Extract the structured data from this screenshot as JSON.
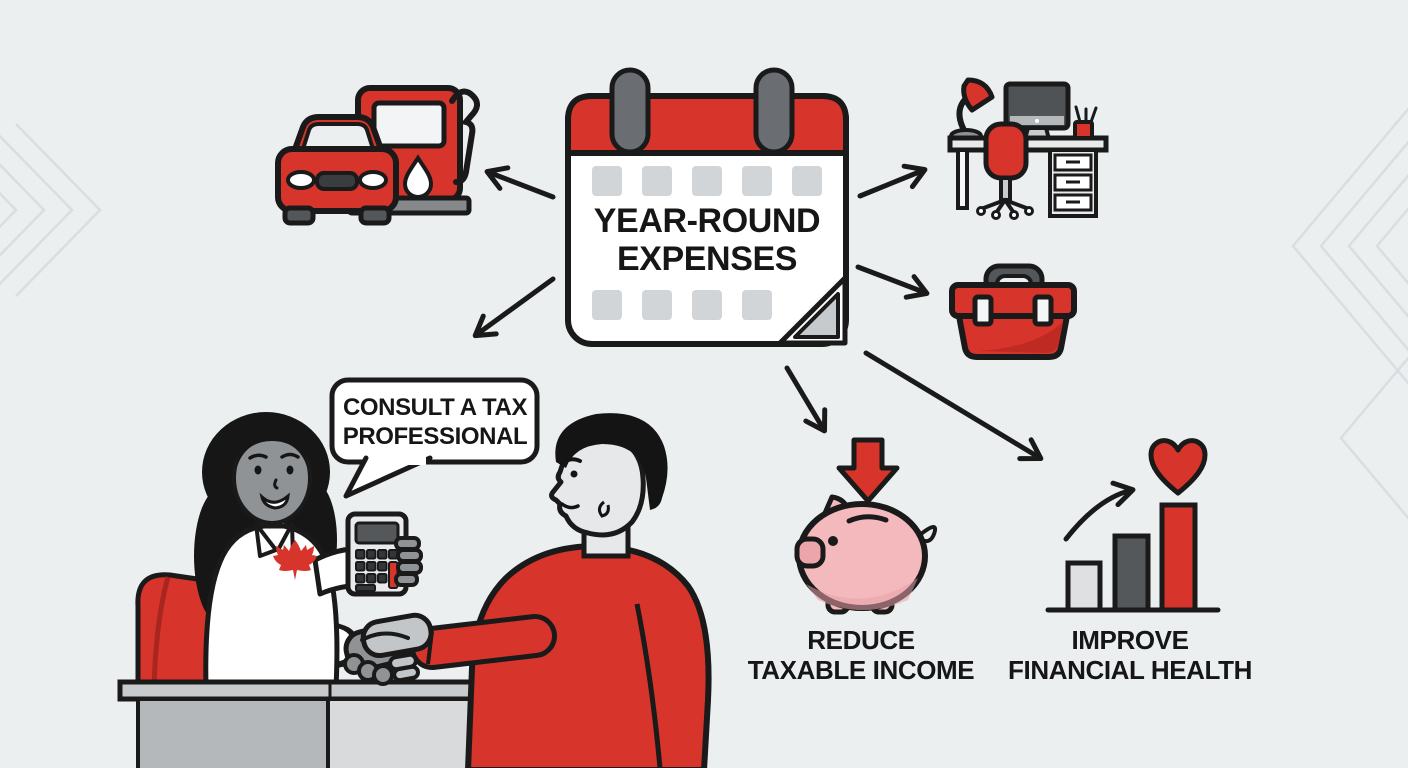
{
  "colors": {
    "background": "#ECEFF0",
    "accent_red": "#D7342B",
    "outline": "#1A1A1A",
    "piggy_pink": "#F3B9BD",
    "bar_light_gray": "#DEE0E2",
    "bar_dark_gray": "#55585B"
  },
  "calendar": {
    "icon": "calendar-icon",
    "title_line1": "YEAR-ROUND",
    "title_line2": "EXPENSES"
  },
  "speech_bubble": {
    "line1": "CONSULT A TAX",
    "line2": "PROFESSIONAL"
  },
  "outcomes": {
    "reduce_line1": "REDUCE",
    "reduce_line2": "TAXABLE INCOME",
    "improve_line1": "IMPROVE",
    "improve_line2": "FINANCIAL HEALTH"
  },
  "icon_names": [
    "calendar-icon",
    "car-icon",
    "gas-pump-icon",
    "office-desk-icon",
    "desk-lamp-icon",
    "monitor-icon",
    "office-chair-icon",
    "pen-cup-icon",
    "toolbox-icon",
    "down-arrow-icon",
    "piggy-bank-icon",
    "bar-chart-icon",
    "growth-arrow-icon",
    "heart-icon",
    "calculator-icon",
    "maple-leaf-icon",
    "handshake-icon",
    "speech-bubble-icon",
    "connector-arrow-icon",
    "chevron-pattern-decoration"
  ]
}
